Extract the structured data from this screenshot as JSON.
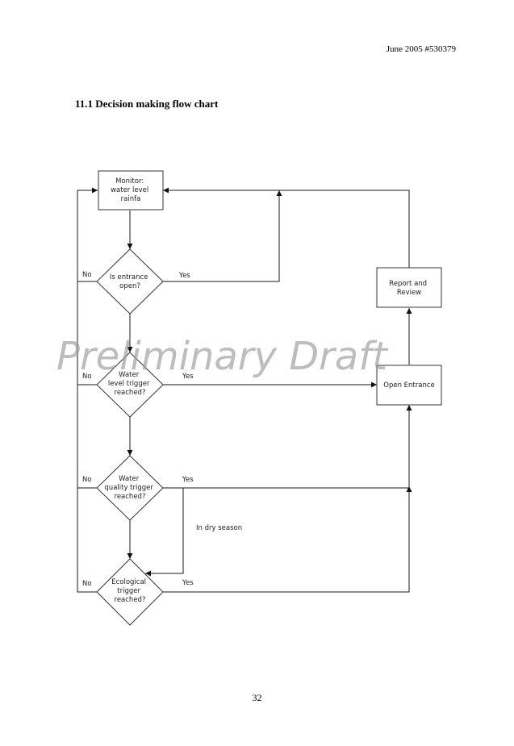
{
  "header": {
    "doc_ref": "June 2005 #530379"
  },
  "section": {
    "title": "11.1 Decision making flow chart"
  },
  "flowchart": {
    "nodes": {
      "monitor": [
        "Monitor:",
        "water level",
        "rainfa"
      ],
      "entrance_open": [
        "Is entrance",
        "open?"
      ],
      "water_level": [
        "Water",
        "level trigger",
        "reached?"
      ],
      "water_quality": [
        "Water",
        "quality trigger",
        "reached?"
      ],
      "ecological": [
        "Ecological",
        "trigger",
        "reached?"
      ],
      "report_review": [
        "Report  and",
        "Review"
      ],
      "open_entrance": [
        "Open Entrance"
      ]
    },
    "edge_labels": {
      "yes_1": "Yes",
      "no_1": "No",
      "yes_2": "Yes",
      "no_2": "No",
      "yes_3": "Yes",
      "no_3": "No",
      "yes_4": "Yes",
      "no_4": "No",
      "dry_season": "In dry season"
    }
  },
  "watermark": "Preliminary Draft",
  "footer": {
    "page_number": "32"
  }
}
